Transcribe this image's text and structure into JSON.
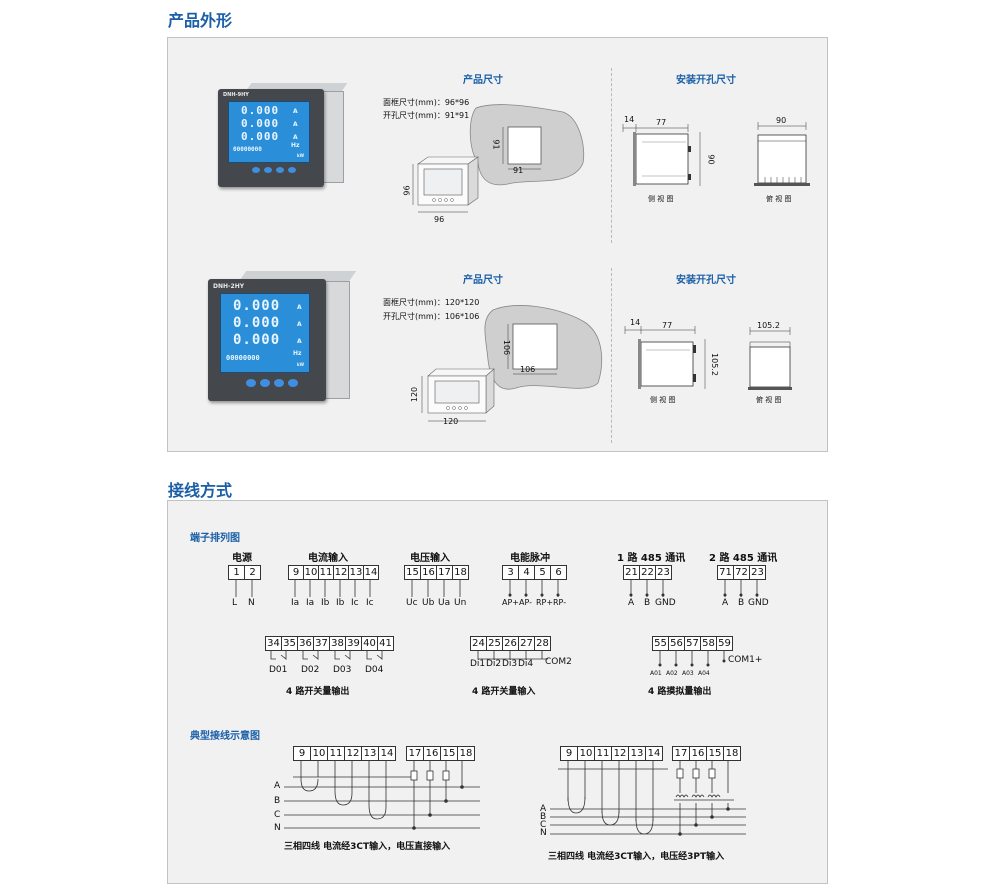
{
  "sections": {
    "appearance_title": "产品外形",
    "wiring_title": "接线方式"
  },
  "products": [
    {
      "brand": "DNH-9HY",
      "dims_title": "产品尺寸",
      "mount_title": "安装开孔尺寸",
      "frame_label": "面框尺寸(mm)：96*96",
      "cutout_label": "开孔尺寸(mm)：91*91",
      "cut_w": "91",
      "cut_h": "91",
      "box_w": "96",
      "box_h": "96",
      "side_a": "14",
      "side_b": "77",
      "side_h": "90",
      "top_w": "90",
      "side_view": "侧 视 图",
      "top_view": "俯 视 图"
    },
    {
      "brand": "DNH-2HY",
      "dims_title": "产品尺寸",
      "mount_title": "安装开孔尺寸",
      "frame_label": "面框尺寸(mm)：120*120",
      "cutout_label": "开孔尺寸(mm)：106*106",
      "cut_w": "106",
      "cut_h": "106",
      "box_w": "120",
      "box_h": "120",
      "side_a": "14",
      "side_b": "77",
      "side_h": "105.2",
      "top_w": "105.2",
      "side_view": "侧 视 图",
      "top_view": "俯 视 图"
    }
  ],
  "meter_display": {
    "rows": [
      "0.000",
      "0.000",
      "0.000"
    ],
    "units": [
      "A",
      "A",
      "A"
    ],
    "small_row": "00000000",
    "hz": "Hz",
    "kw": "kW"
  },
  "terminal_title": "端子排列图",
  "groups": {
    "power": {
      "title": "电源",
      "nums": [
        "1",
        "2"
      ],
      "sigs": [
        "L",
        "N"
      ]
    },
    "current": {
      "title": "电流输入",
      "nums": [
        "9",
        "10",
        "11",
        "12",
        "13",
        "14"
      ],
      "sigs": [
        "Ia",
        "Ia",
        "Ib",
        "Ib",
        "Ic",
        "Ic"
      ]
    },
    "voltage": {
      "title": "电压输入",
      "nums": [
        "15",
        "16",
        "17",
        "18"
      ],
      "sigs": [
        "Uc",
        "Ub",
        "Ua",
        "Un"
      ]
    },
    "pulse": {
      "title": "电能脉冲",
      "nums": [
        "3",
        "4",
        "5",
        "6"
      ],
      "sigs": [
        "AP+",
        "AP-",
        "RP+",
        "RP-"
      ]
    },
    "rs1": {
      "title": "1 路 485 通讯",
      "nums": [
        "21",
        "22",
        "23"
      ],
      "sigs": [
        "A",
        "B",
        "GND"
      ]
    },
    "rs2": {
      "title": "2 路 485 通讯",
      "nums": [
        "71",
        "72",
        "23"
      ],
      "sigs": [
        "A",
        "B",
        "GND"
      ]
    },
    "dout": {
      "nums": [
        "34",
        "35",
        "36",
        "37",
        "38",
        "39",
        "40",
        "41"
      ],
      "sigs": [
        "D01",
        "D02",
        "D03",
        "D04"
      ],
      "caption": "4 路开关量输出"
    },
    "din": {
      "nums": [
        "24",
        "25",
        "26",
        "27",
        "28"
      ],
      "sigs": [
        "Di1",
        "Di2",
        "Di3",
        "Di4"
      ],
      "com": "COM2",
      "caption": "4 路开关量输入"
    },
    "aout": {
      "nums": [
        "55",
        "56",
        "57",
        "58",
        "59"
      ],
      "sigs": [
        "A01",
        "A02",
        "A03",
        "A04"
      ],
      "com": "COM1+",
      "caption": "4 路摸拟量输出"
    }
  },
  "typical_title": "典型接线示意图",
  "diagrams": [
    {
      "cur_nums": [
        "9",
        "10",
        "11",
        "12",
        "13",
        "14"
      ],
      "volt_nums": [
        "17",
        "16",
        "15",
        "18"
      ],
      "phases": [
        "A",
        "B",
        "C",
        "N"
      ],
      "caption": "三相四线 电流经3CT输入，电压直接输入"
    },
    {
      "cur_nums": [
        "9",
        "10",
        "11",
        "12",
        "13",
        "14"
      ],
      "volt_nums": [
        "17",
        "16",
        "15",
        "18"
      ],
      "phases": [
        "A",
        "B",
        "C",
        "N"
      ],
      "caption": "三相四线 电流经3CT输入，电压经3PT输入"
    }
  ],
  "colors": {
    "accent": "#1a5fa8",
    "panel_bg": "#f1f1f1",
    "screen": "#2a8fd8"
  }
}
